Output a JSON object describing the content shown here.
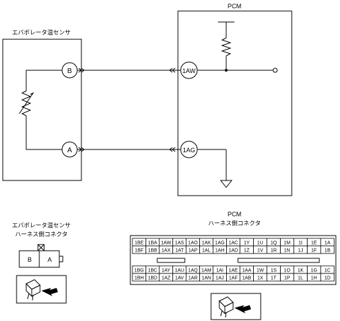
{
  "title": {
    "pcm": "PCM",
    "sensor": "エバポレータ温センサ"
  },
  "nodes": {
    "sensor_B": "B",
    "sensor_A": "A",
    "pcm_1AW": "1AW",
    "pcm_1AG": "1AG"
  },
  "bottom": {
    "sensor_connector_title_1": "エバポレータ温センサ",
    "sensor_connector_title_2": "ハーネス側コネクタ",
    "sensor_pins": [
      "B",
      "A"
    ],
    "pcm_connector_title_1": "PCM",
    "pcm_connector_title_2": "ハーネス側コネクタ"
  },
  "pcm_pins": {
    "top_row1": [
      "1BE",
      "1BA",
      "1AW",
      "1AS",
      "1AO",
      "1AK",
      "1AG",
      "1AC",
      "1Y",
      "1U",
      "1Q",
      "1M",
      "1I",
      "1E",
      "1A"
    ],
    "top_row2": [
      "1BF",
      "1BB",
      "1AX",
      "1AT",
      "1AP",
      "1AL",
      "1AH",
      "1AD",
      "1Z",
      "1V",
      "1R",
      "1N",
      "1J",
      "1F",
      "1B"
    ],
    "bot_row1": [
      "1BG",
      "1BC",
      "1AY",
      "1AU",
      "1AQ",
      "1AM",
      "1AI",
      "1AE",
      "1AA",
      "1W",
      "1S",
      "1O",
      "1K",
      "1G",
      "1C"
    ],
    "bot_row2": [
      "1BH",
      "1BD",
      "1AZ",
      "1AV",
      "1AR",
      "1AN",
      "1AJ",
      "1AF",
      "1AB",
      "1X",
      "1T",
      "1P",
      "1L",
      "1H",
      "1D"
    ]
  }
}
